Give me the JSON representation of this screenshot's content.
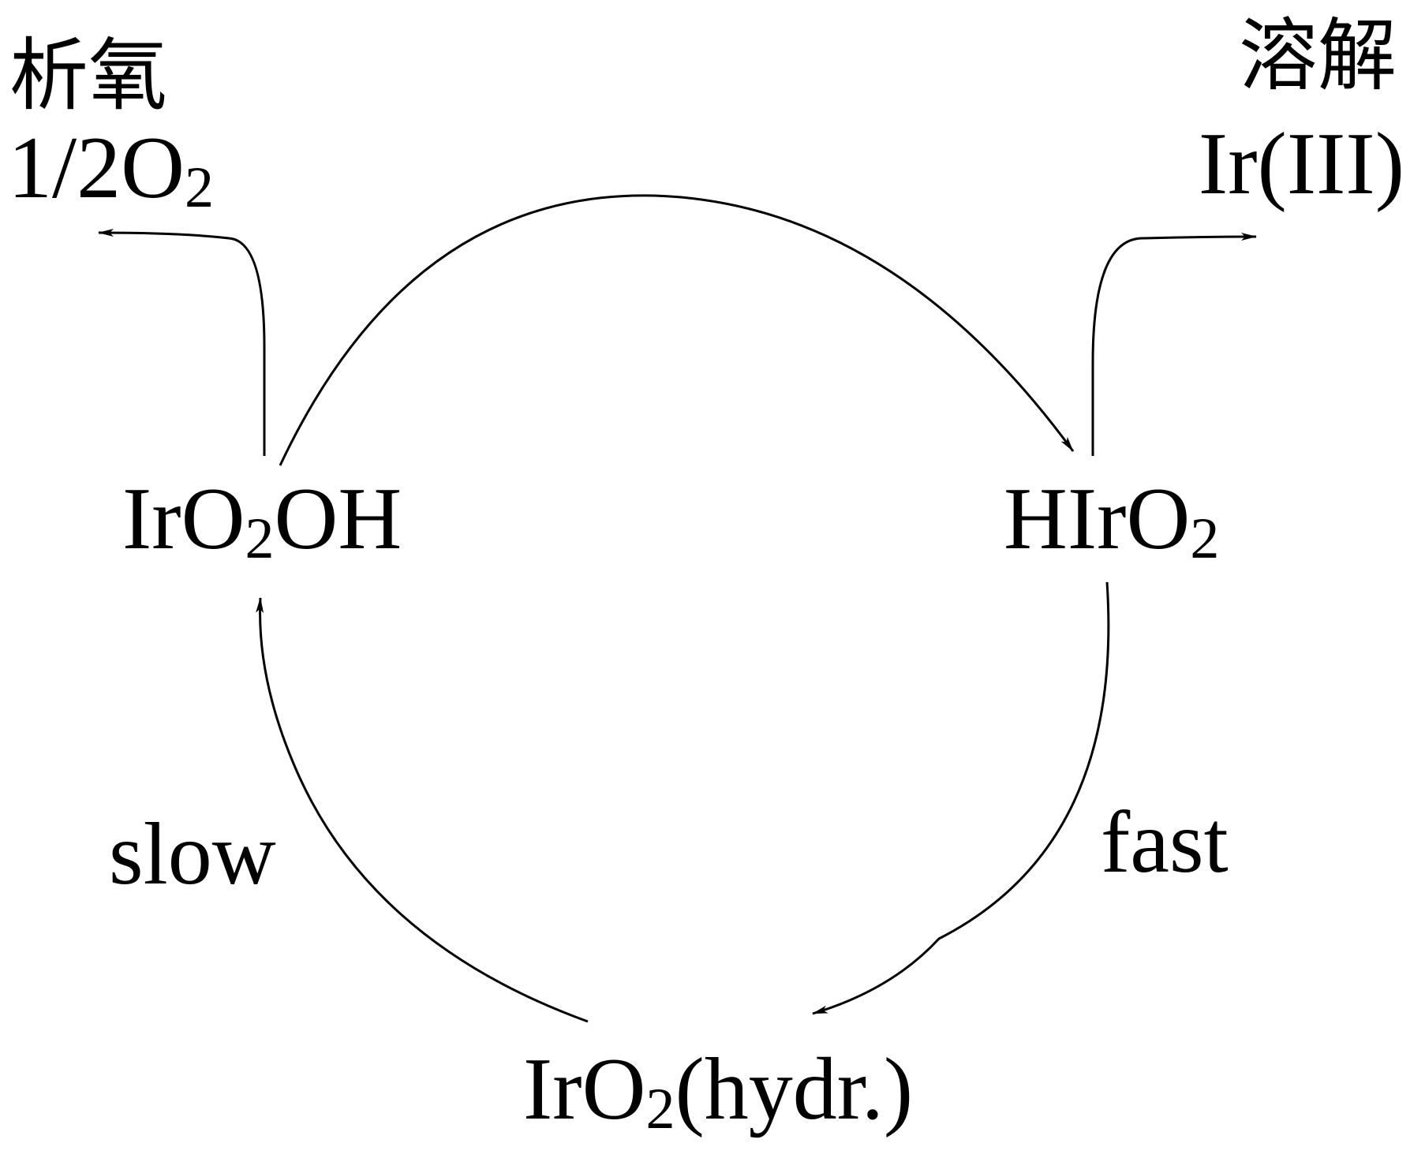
{
  "labels": {
    "oxygen_evolution_cn": "析氧",
    "oxygen_product_prefix": "1/2O",
    "oxygen_product_sub": "2",
    "dissolution_cn": "溶解",
    "dissolution_product": "Ir(III)",
    "species_left_a": "IrO",
    "species_left_sub": "2",
    "species_left_b": "OH",
    "species_right_a": "HIrO",
    "species_right_sub": "2",
    "species_bottom_a": "IrO",
    "species_bottom_sub": "2",
    "species_bottom_b": "(hydr.)",
    "rate_left": "slow",
    "rate_right": "fast"
  },
  "colors": {
    "ink": "#000000",
    "background": "#ffffff"
  }
}
